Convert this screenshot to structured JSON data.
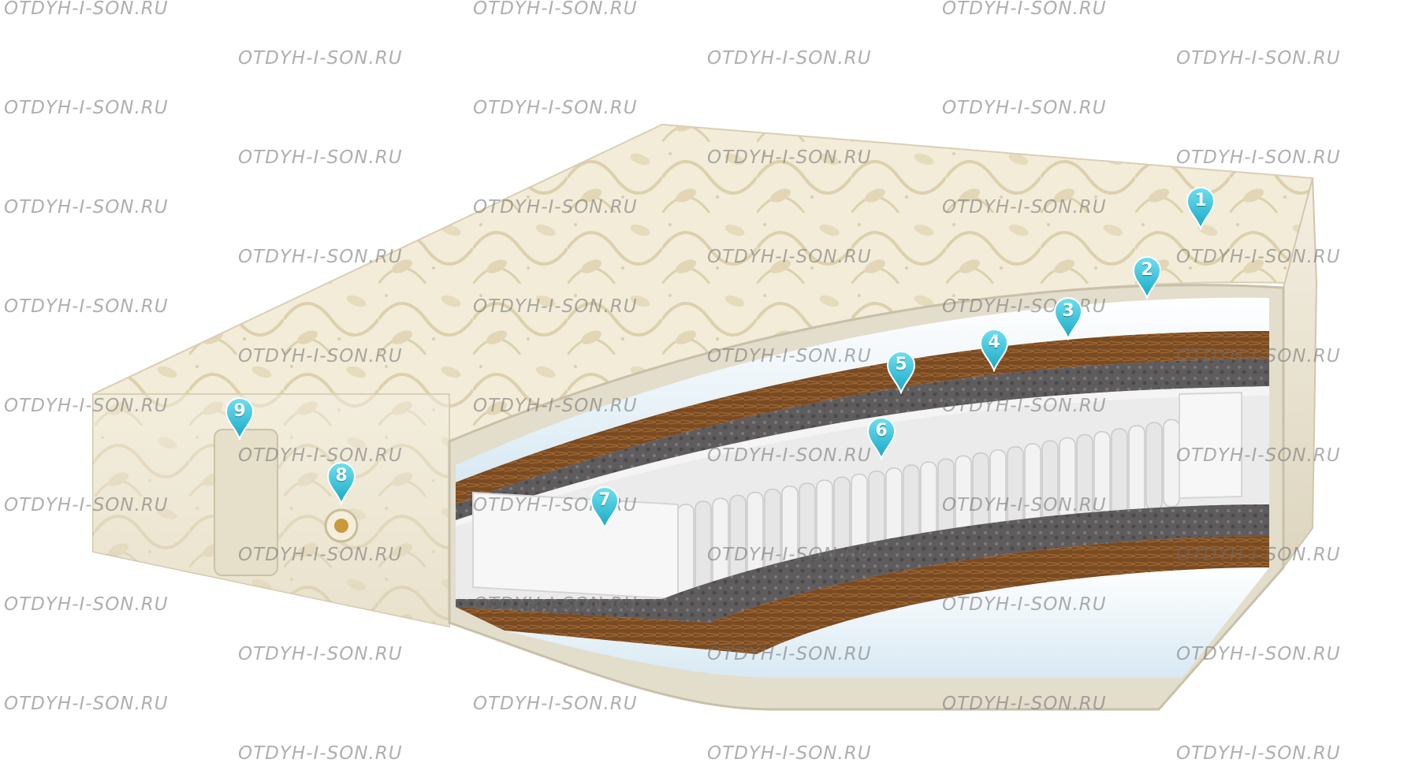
{
  "watermark": {
    "text": "OTDYH-I-SON.RU",
    "color": "#7a7a7a"
  },
  "markers": {
    "color": "#2fc3dc",
    "labels": [
      "1",
      "2",
      "3",
      "4",
      "5",
      "6",
      "7",
      "8",
      "9"
    ]
  },
  "colors": {
    "cover": "#f1ead7",
    "foam": "#eef6fb",
    "coir": "#7a4a22",
    "felt": "#5f5c5e",
    "springs": "#e4e4e4"
  }
}
